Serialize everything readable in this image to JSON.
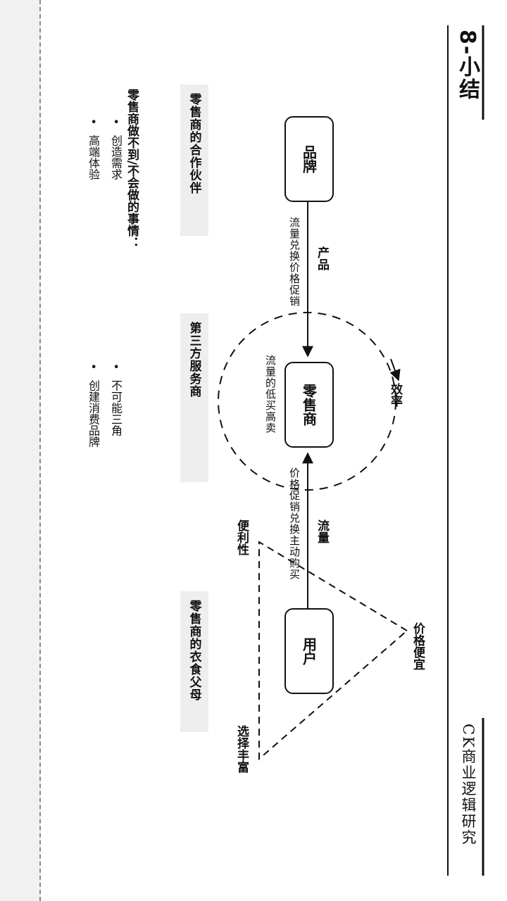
{
  "title": "8-小结",
  "footer": "CK商业逻辑研究",
  "nodes": {
    "brand": "品牌",
    "retailer": "零售商",
    "user": "用户"
  },
  "flows": {
    "product_label": "产品",
    "brand_to_retailer_note": "流量兑换价格促销",
    "traffic_label": "流量",
    "user_to_retailer_note": "价格促销兑换主动购买",
    "retailer_note": "流量的低买高卖",
    "efficiency_label": "效率"
  },
  "triangle": {
    "cheap": "价格便宜",
    "convenience": "便利性",
    "choice": "选择丰富"
  },
  "boxes": {
    "partners": "零售商的合作伙伴",
    "third_party": "第三方服务商",
    "parents": "零售商的衣食父母"
  },
  "cannot_do": {
    "heading": "零售商做不到/不会做的事情：",
    "left_items": [
      "创造需求",
      "高端体验"
    ],
    "right_items": [
      "不可能三角",
      "创建消费品牌"
    ]
  }
}
